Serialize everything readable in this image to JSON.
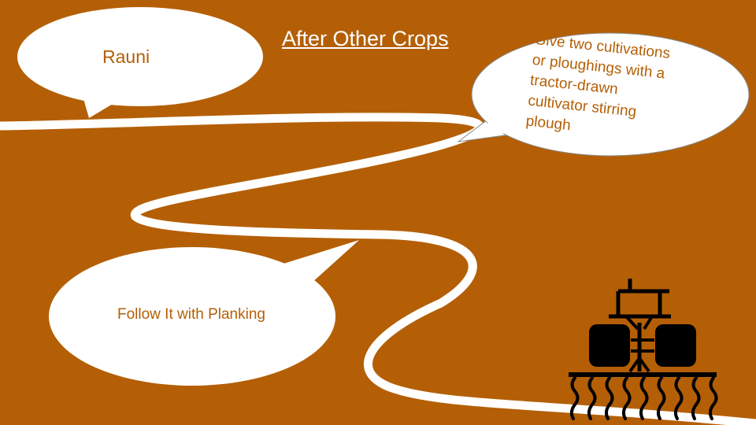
{
  "slide": {
    "title": "After Other Crops",
    "background_color": "#b45f06",
    "text_color": "#b45f06"
  },
  "callouts": {
    "rauni": {
      "text": "Rauni"
    },
    "cultivation": {
      "lines": [
        "Give two cultivations",
        "or ploughings with a",
        "tractor-drawn",
        "cultivator stirring",
        "plough"
      ]
    },
    "planking": {
      "text": "Follow It with Planking"
    }
  },
  "illustration": {
    "icon": "tractor-cultivator-icon",
    "color": "#000000"
  }
}
